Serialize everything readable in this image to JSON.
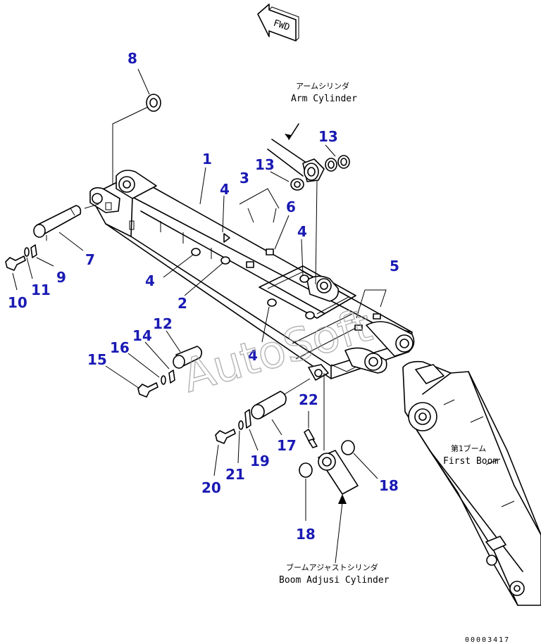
{
  "diagram": {
    "fwd_label": "FWD",
    "arm_cylinder_jp": "アームシリンダ",
    "arm_cylinder_en": "Arm Cylinder",
    "first_boom_jp": "第1ブーム",
    "first_boom_en": "First Boom",
    "boom_adjust_jp": "ブームアジャストシリンダ",
    "boom_adjust_en": "Boom Adjusi Cylinder",
    "watermark": "AutoSoft",
    "drawing_code": "00003417",
    "callouts": {
      "c1": "1",
      "c2": "2",
      "c3": "3",
      "c4a": "4",
      "c4b": "4",
      "c4c": "4",
      "c4d": "4",
      "c5": "5",
      "c6": "6",
      "c7": "7",
      "c8": "8",
      "c9": "9",
      "c10": "10",
      "c11": "11",
      "c12": "12",
      "c13a": "13",
      "c13b": "13",
      "c14": "14",
      "c15": "15",
      "c16": "16",
      "c17": "17",
      "c18a": "18",
      "c18b": "18",
      "c19": "19",
      "c20": "20",
      "c21": "21",
      "c22": "22"
    }
  }
}
